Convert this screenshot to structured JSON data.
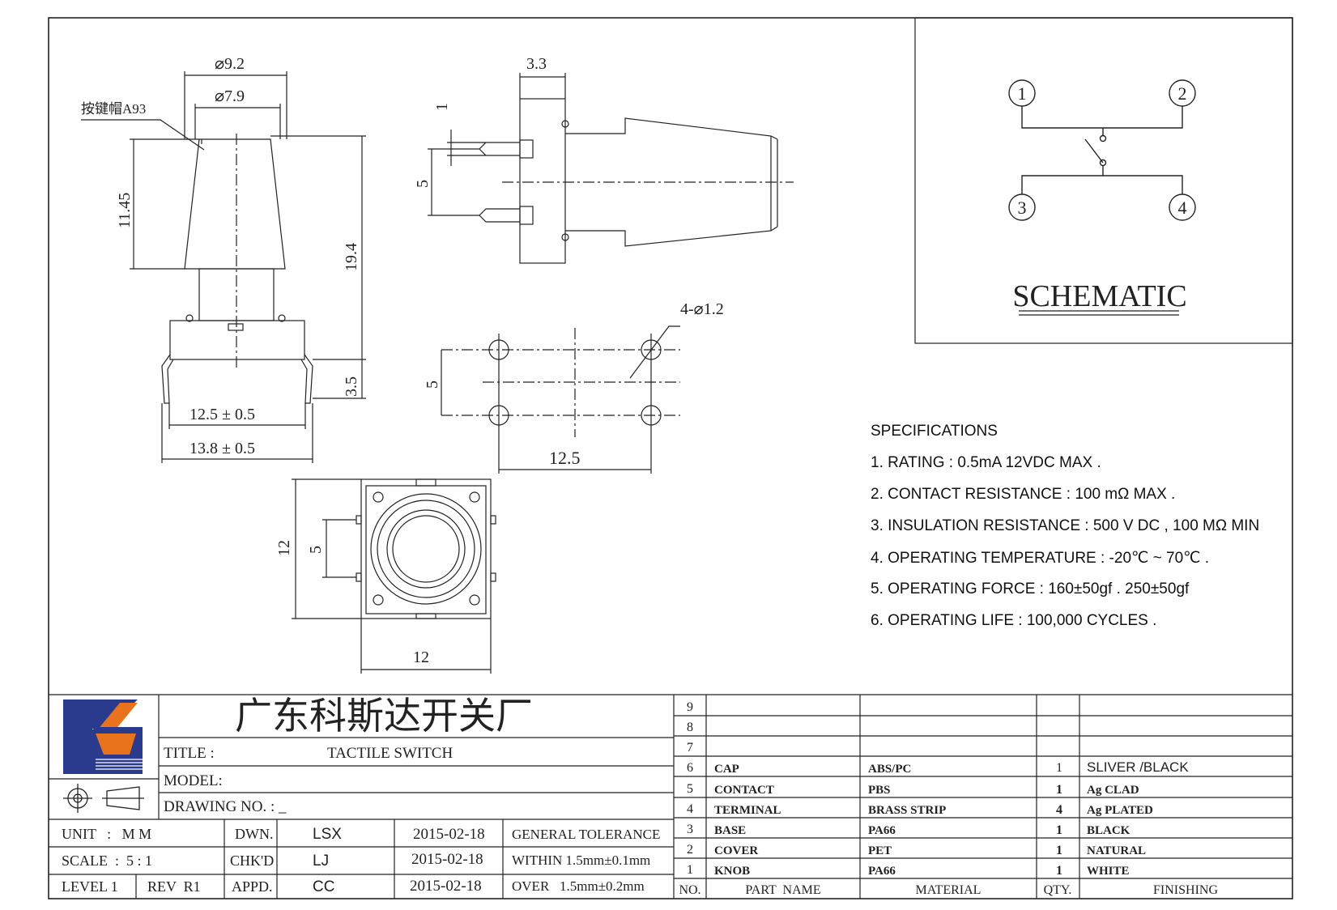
{
  "drawing": {
    "dims": {
      "cap_outer_dia": "⌀9.2",
      "cap_inner_dia": "⌀7.9",
      "cap_note": "按键帽A93",
      "cap_height": "11.45",
      "total_height": "19.4",
      "pin_height": "3.5",
      "width_tol_inner": "12.5 ± 0.5",
      "width_tol_outer": "13.8 ± 0.5",
      "side_offset": "3.3",
      "pin_width": "1",
      "pin_pitch": "5",
      "hole_spec": "4-⌀1.2",
      "hole_pitch_v": "5",
      "hole_pitch_h": "12.5",
      "body_height": "12",
      "inner_pitch": "5",
      "body_width": "12"
    }
  },
  "schematic": {
    "title": "SCHEMATIC",
    "pins": [
      "1",
      "2",
      "3",
      "4"
    ]
  },
  "specifications": {
    "title": "SPECIFICATIONS",
    "items": [
      "1. RATING : 0.5mA 12VDC MAX .",
      "2. CONTACT RESISTANCE : 100 mΩ MAX .",
      "3. INSULATION RESISTANCE : 500 V DC , 100 MΩ MIN",
      "4. OPERATING TEMPERATURE : -20℃ ~ 70℃ .",
      "5. OPERATING FORCE : 160±50gf . 250±50gf",
      "6. OPERATING LIFE : 100,000 CYCLES ."
    ]
  },
  "title_block": {
    "company": "广东科斯达开关厂",
    "title_label": "TITLE :",
    "title_value": "TACTILE SWITCH",
    "model_label": "MODEL:",
    "drawing_no_label": "DRAWING NO. : _",
    "unit_label": "UNIT   :   M M",
    "scale_label": "SCALE  :  5 : 1",
    "level_label": "LEVEL 1",
    "rev_label": "REV  R1",
    "dwn_label": "DWN.",
    "chk_label": "CHK'D",
    "appd_label": "APPD.",
    "dwn_name": "LSX",
    "chk_name": "LJ",
    "appd_name": "CC",
    "dwn_date": "2015-02-18",
    "chk_date": "2015-02-18",
    "appd_date": "2015-02-18",
    "tol_title": "GENERAL TOLERANCE",
    "tol_within": "WITHIN 1.5mm±0.1mm",
    "tol_over": "OVER   1.5mm±0.2mm"
  },
  "bom": {
    "header": {
      "no": "NO.",
      "part": "PART  NAME",
      "material": "MATERIAL",
      "qty": "QTY.",
      "finish": "FINISHING"
    },
    "rows": [
      {
        "no": "9",
        "part": "",
        "material": "",
        "qty": "",
        "finish": ""
      },
      {
        "no": "8",
        "part": "",
        "material": "",
        "qty": "",
        "finish": ""
      },
      {
        "no": "7",
        "part": "",
        "material": "",
        "qty": "",
        "finish": ""
      },
      {
        "no": "6",
        "part": "CAP",
        "material": "ABS/PC",
        "qty": "1",
        "finish": "SLIVER /BLACK"
      },
      {
        "no": "5",
        "part": "CONTACT",
        "material": "PBS",
        "qty": "1",
        "finish": "Ag CLAD"
      },
      {
        "no": "4",
        "part": "TERMINAL",
        "material": "BRASS STRIP",
        "qty": "4",
        "finish": "Ag PLATED"
      },
      {
        "no": "3",
        "part": "BASE",
        "material": "PA66",
        "qty": "1",
        "finish": "BLACK"
      },
      {
        "no": "2",
        "part": "COVER",
        "material": "PET",
        "qty": "1",
        "finish": "NATURAL"
      },
      {
        "no": "1",
        "part": "KNOB",
        "material": "PA66",
        "qty": "1",
        "finish": "WHITE"
      }
    ]
  },
  "colors": {
    "logo_blue": "#2a3a8c",
    "logo_orange": "#e8731c",
    "line": "#222222"
  }
}
